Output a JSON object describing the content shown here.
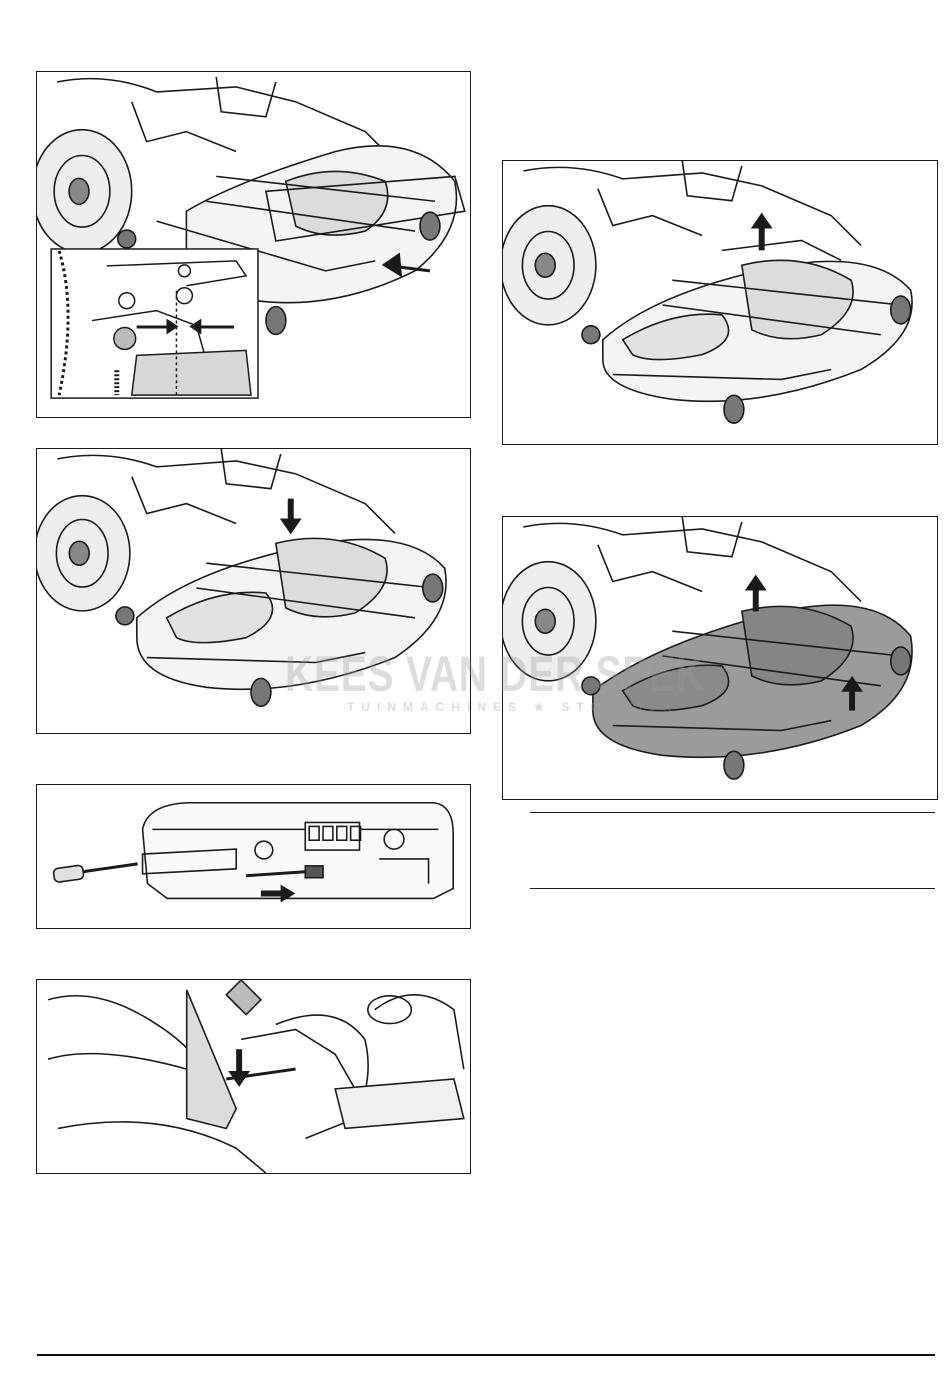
{
  "figures": [
    {
      "id": "fig-1",
      "subject": "deck-hitch-pins-with-detail-inset"
    },
    {
      "id": "fig-2",
      "subject": "lowering-deck-to-ground"
    },
    {
      "id": "fig-3",
      "subject": "lift-lever-in-control-panel"
    },
    {
      "id": "fig-4",
      "subject": "lever-pushed-down-under-seat"
    },
    {
      "id": "fig-5",
      "subject": "lifting-lift-bar"
    },
    {
      "id": "fig-6",
      "subject": "lifting-deck-shaded"
    }
  ],
  "watermark": {
    "main": "KEES VAN DER SPEK",
    "sub": "TUINMACHINES ★ STOLWIJK"
  },
  "colors": {
    "line": "#1a1a1a",
    "shade": "#9b9b9b",
    "light-shade": "#c9c9c9"
  }
}
